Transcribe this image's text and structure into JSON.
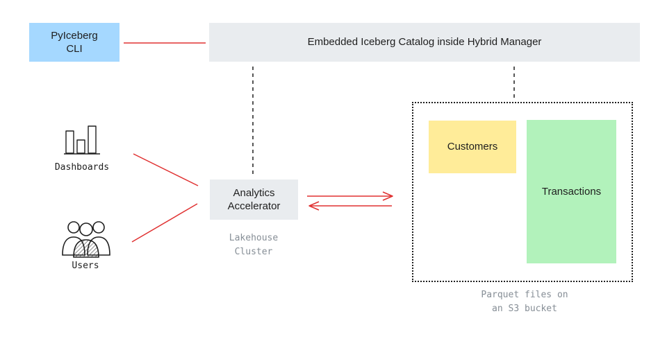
{
  "nodes": {
    "pyiceberg": "PyIceberg\nCLI",
    "catalog": "Embedded Iceberg Catalog inside Hybrid Manager",
    "accelerator": "Analytics\nAccelerator",
    "customers": "Customers",
    "transactions": "Transactions"
  },
  "labels": {
    "lakehouse": "Lakehouse\nCluster",
    "parquet": "Parquet files on\nan S3 bucket",
    "dashboards": "Dashboards",
    "users": "Users"
  },
  "colors": {
    "pyiceberg_fill": "#a5d8ff",
    "catalog_fill": "#e9ecef",
    "customers_fill": "#ffec99",
    "transactions_fill": "#b2f2bb",
    "connector_red": "#e03131",
    "label_grey": "#868e96"
  },
  "icons": {
    "dashboards": "bar-chart-icon",
    "users": "users-group-icon"
  }
}
